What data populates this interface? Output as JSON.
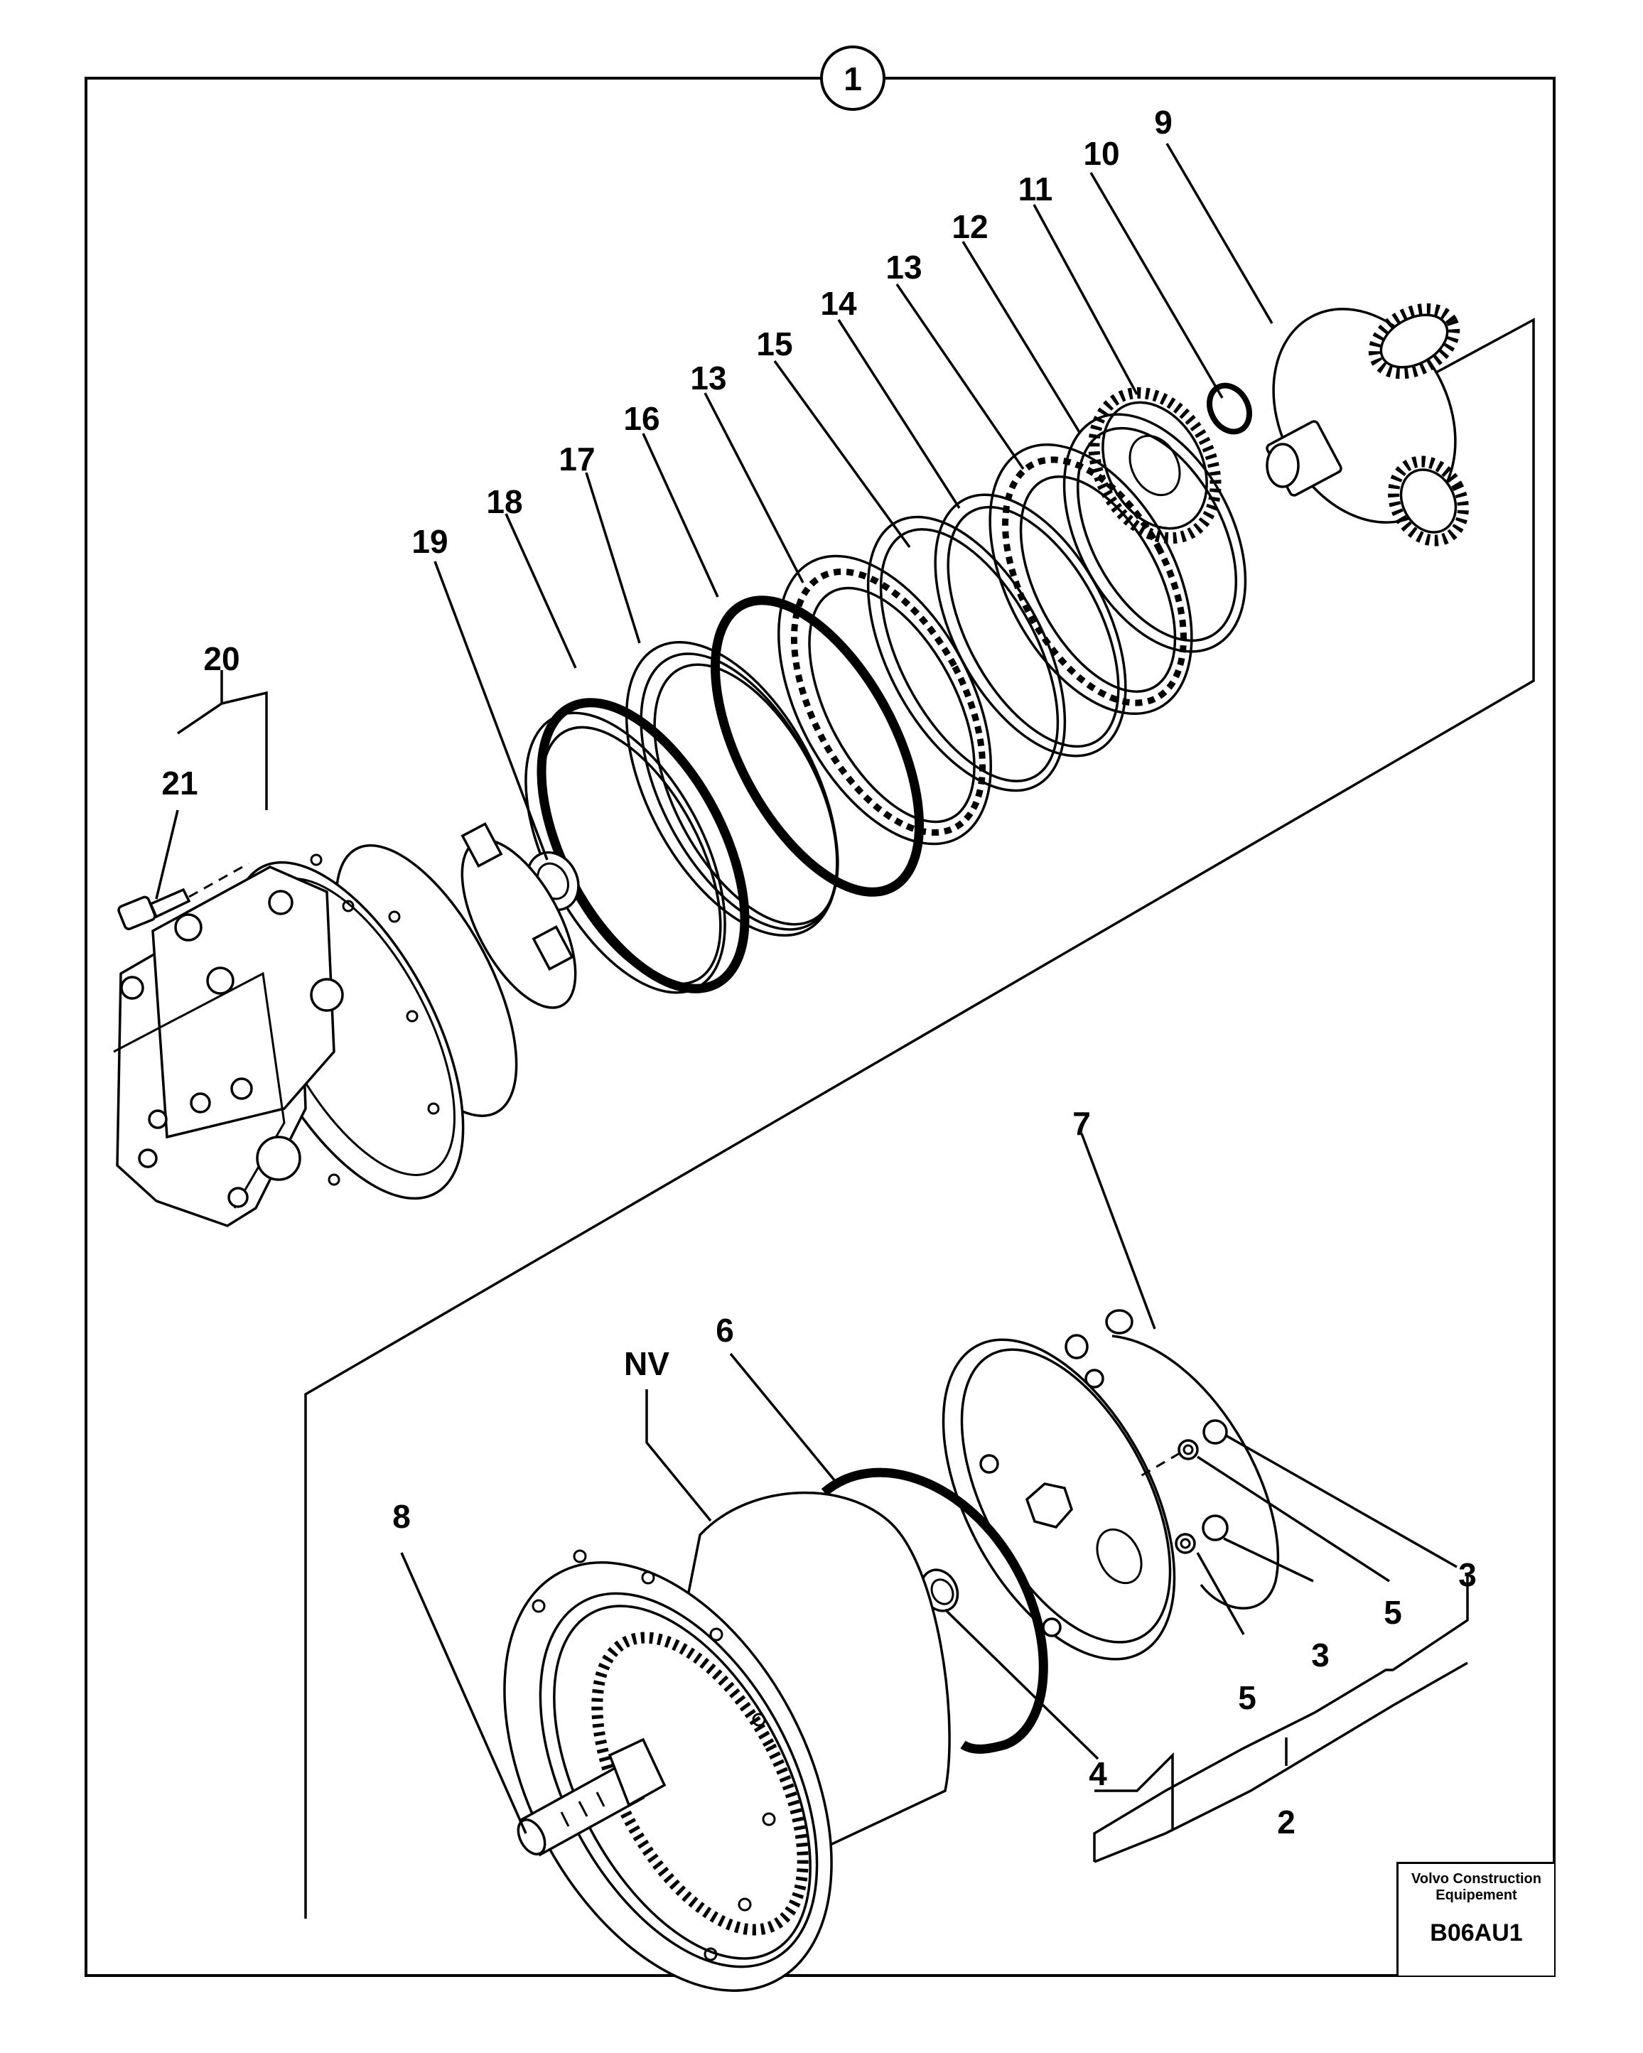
{
  "figure": {
    "group_number": "1",
    "maker_line1": "Volvo Construction",
    "maker_line2": "Equipement",
    "figure_code": "B06AU1"
  },
  "callouts": {
    "c1": "9",
    "c2": "10",
    "c3": "11",
    "c4": "12",
    "c5": "13",
    "c6": "14",
    "c7": "15",
    "c8": "13",
    "c9": "16",
    "c10": "17",
    "c11": "18",
    "c12": "19",
    "c13": "20",
    "c14": "21",
    "c15": "7",
    "c16": "6",
    "c17": "NV",
    "c18": "8",
    "c19": "3",
    "c20": "5",
    "c21": "3",
    "c22": "5",
    "c23": "4",
    "c24": "2"
  }
}
